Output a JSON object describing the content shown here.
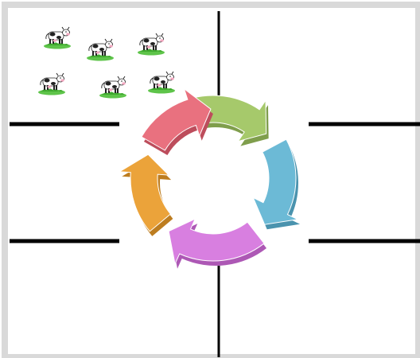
{
  "frame": {
    "border_color": "#d9d9d9",
    "background": "#ffffff",
    "divider_color": "#000000"
  },
  "cows": {
    "count": 6,
    "icon": "cow-icon",
    "grass_color": "#5ec44a"
  },
  "cycle": {
    "icon": "circular-cycle-arrows-icon",
    "arrow_count": 5,
    "direction": "clockwise",
    "arrows": [
      {
        "name": "green-arrow",
        "color": "#a6c96b",
        "shade": "#7f9e4c"
      },
      {
        "name": "blue-arrow",
        "color": "#6cbad6",
        "shade": "#4a93ae"
      },
      {
        "name": "purple-arrow",
        "color": "#d87fe0",
        "shade": "#ad58b5"
      },
      {
        "name": "orange-arrow",
        "color": "#eba33a",
        "shade": "#bd7d20"
      },
      {
        "name": "pink-arrow",
        "color": "#e9717f",
        "shade": "#bd4d5c"
      }
    ]
  }
}
